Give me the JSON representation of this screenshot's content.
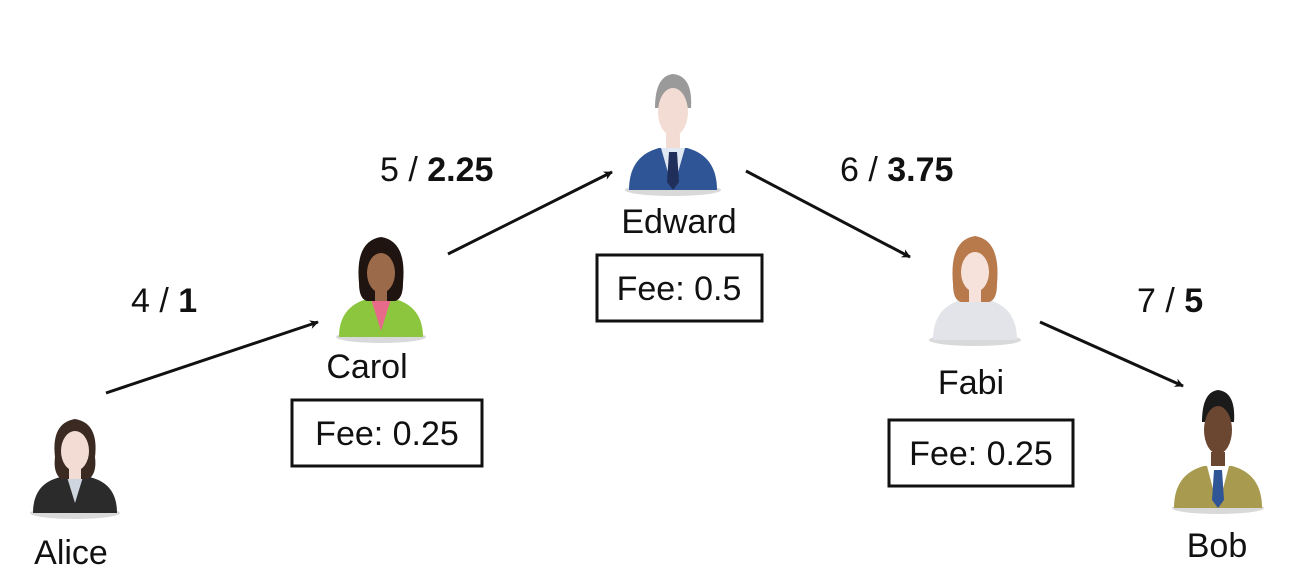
{
  "people": [
    {
      "name": "Alice",
      "avatar": "woman-business-avatar-icon",
      "hair": "#3a2a22",
      "clothes": "#2b2b2b",
      "shirt": "#cfd6e0",
      "skin": "#f3dcd3"
    },
    {
      "name": "Carol",
      "avatar": "woman-business-avatar-icon",
      "hair": "#1f1410",
      "clothes": "#8cc63f",
      "shirt": "#e76a8a",
      "skin": "#9a6a4a",
      "fee": "Fee: 0.25"
    },
    {
      "name": "Edward",
      "avatar": "man-business-avatar-icon",
      "hair": "#9a9a9a",
      "clothes": "#2f5597",
      "shirt": "#dfe8f3",
      "tie": "#1f2f5a",
      "skin": "#f3dcd3",
      "fee": "Fee: 0.5"
    },
    {
      "name": "Fabi",
      "avatar": "woman-avatar-icon",
      "hair": "#b87a4b",
      "clothes": "#e2e4ea",
      "shirt": "#e2e4ea",
      "skin": "#f6e2da",
      "fee": "Fee: 0.25"
    },
    {
      "name": "Bob",
      "avatar": "man-business-avatar-icon",
      "hair": "#1a1a1a",
      "clothes": "#a89a4e",
      "shirt": "#ffffff",
      "tie": "#2f5597",
      "skin": "#6b4631"
    }
  ],
  "edges": [
    {
      "from": "Alice",
      "to": "Carol",
      "amount": "4",
      "separator": " / ",
      "value": "1"
    },
    {
      "from": "Carol",
      "to": "Edward",
      "amount": "5",
      "separator": " / ",
      "value": "2.25"
    },
    {
      "from": "Edward",
      "to": "Fabi",
      "amount": "6",
      "separator": " / ",
      "value": "3.75"
    },
    {
      "from": "Fabi",
      "to": "Bob",
      "amount": "7",
      "separator": " / ",
      "value": "5"
    }
  ]
}
